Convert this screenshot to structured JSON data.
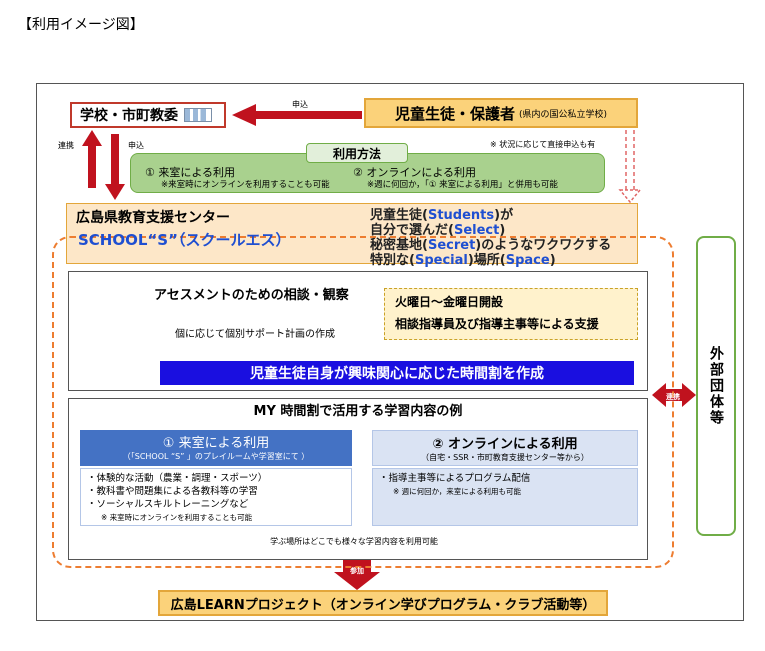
{
  "page_title": "【利用イメージ図】",
  "school_board": "学校・市町教委",
  "guardian": {
    "main": "児童生徒・保護者",
    "scope": "(県内の国公私立学校)"
  },
  "arrow_labels": {
    "apply_top": "申込",
    "apply_side": "申込",
    "liaison": "連携",
    "liaison_external": "連携",
    "participate": "参加"
  },
  "note_direct_apply": "※ 状況に応じて直接申込も有",
  "usage": {
    "title": "利用方法",
    "option1": "① 来室による利用",
    "option1_note": "※来室時にオンラインを利用することも可能",
    "option2": "② オンラインによる利用",
    "option2_note": "※週に何回か，「① 来室による利用」と併用も可能"
  },
  "center": {
    "name": "広島県教育支援センター",
    "brand": "SCHOOL“S”（スクールエス）",
    "motto_lines": [
      [
        "児童生徒(",
        "Students",
        ")が"
      ],
      [
        "自分で選んだ(",
        "Select",
        ")"
      ],
      [
        "秘密基地(",
        "Secret",
        ")のようなワクワクする"
      ],
      [
        "特別な(",
        "Special",
        ")場所(",
        "Space",
        ")"
      ]
    ]
  },
  "assessment": {
    "title": "アセスメントのための相談・観察",
    "plan": "個に応じて個別サポート計画の作成",
    "schedule": "火曜日～金曜日開設",
    "support": "相談指導員及び指導主事等による支援",
    "timetable": "児童生徒自身が興味関心に応じた時間割を作成"
  },
  "my_timetable": {
    "title": "MY 時間割で活用する学習内容の例",
    "visit": {
      "head": "① 来室による利用",
      "sub": "（「SCHOOL “S” 」のプレイルームや学習室にて ）",
      "items": [
        "・体験的な活動（農業・調理・スポーツ）",
        "・教科書や問題集による各教科等の学習",
        "・ソーシャルスキルトレーニングなど"
      ],
      "note": "※ 来室時にオンラインを利用することも可能"
    },
    "online": {
      "head": "② オンラインによる利用",
      "sub": "（自宅・SSR・市町教育支援センター等から）",
      "items": [
        "・指導主事等によるプログラム配信"
      ],
      "note": "※ 週に何回か，来室による利用も可能"
    },
    "banner": "学ぶ場所はどこでも様々な学習内容を利用可能"
  },
  "external": "外部団体等",
  "learn_project": "広島LEARNプロジェクト（オンライン学びプログラム・クラブ活動等）",
  "colors": {
    "red": "#c0121e",
    "orange_dash": "#ed7d31",
    "blue_bar": "#1a0fe0",
    "blue_head": "#4472c4",
    "green": "#a9d18e",
    "yellow": "#fbd27a"
  }
}
